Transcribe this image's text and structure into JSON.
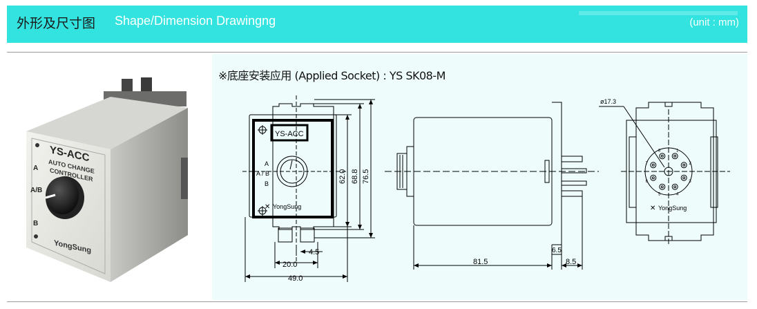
{
  "header": {
    "title_cn": "外形及尺寸图",
    "title_en": "Shape/Dimension Drawingng",
    "unit": "(unit : mm)"
  },
  "product": {
    "model": "YS-ACC",
    "subtitle1": "AUTO CHANGE",
    "subtitle2": "CONTROLLER",
    "label_a": "A",
    "label_ab": "A/B",
    "label_b": "B",
    "brand": "YongSung"
  },
  "socket_note": "※底座安装应用 (Applied Socket) : YS SK08-M",
  "front_view": {
    "model_label": "YS-ACC",
    "label_a": "A",
    "label_ab": "A / B",
    "label_b": "B",
    "brand": "YongSung"
  },
  "dimensions": {
    "h_inner": "62.0",
    "h_mid": "68.8",
    "h_outer": "76.5",
    "w_small": "4.5",
    "w_mid": "20.0",
    "w_total": "49.0",
    "body_length": "81.5",
    "flange": "6.5",
    "pin_length": "8.5",
    "diameter": "ø17.3"
  },
  "socket_view": {
    "brand": "YongSung",
    "pins": [
      "1",
      "2",
      "3",
      "4",
      "5",
      "6",
      "7",
      "8"
    ]
  },
  "colors": {
    "header_bg": "#33e3e0",
    "panel_bg": "#eefcfc",
    "title_en": "#ffffff"
  }
}
